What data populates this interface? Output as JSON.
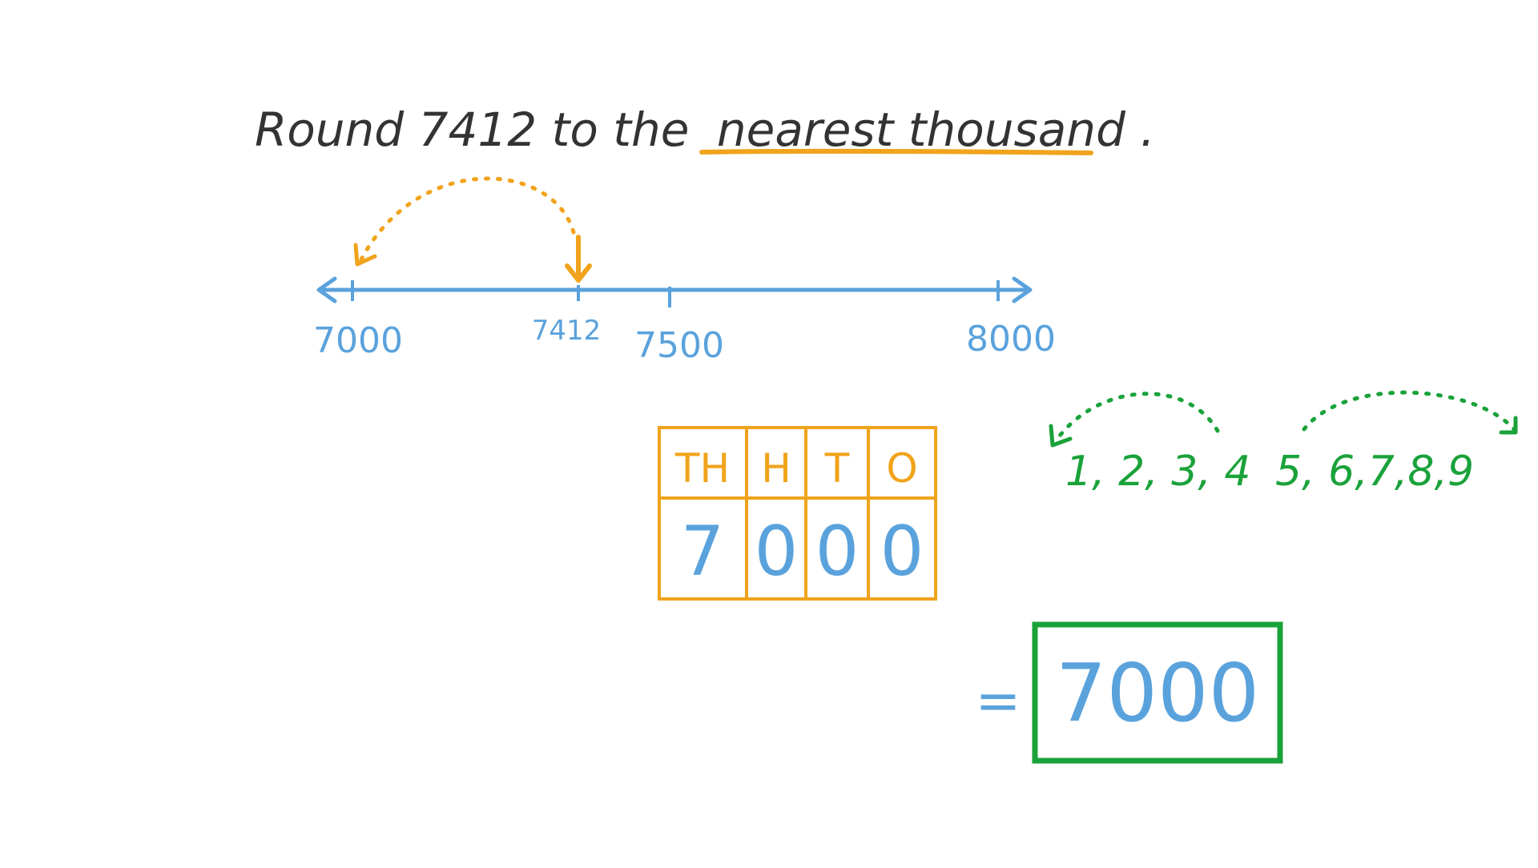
{
  "question": {
    "text_before": "Round 7412 to the",
    "text_underlined": "nearest thousand",
    "text_end": "."
  },
  "number_line": {
    "labels": {
      "start": "7000",
      "marker": "7412",
      "mid": "7500",
      "end": "8000"
    }
  },
  "place_value_table": {
    "headers": [
      "TH",
      "H",
      "T",
      "O"
    ],
    "digits": [
      "7",
      "0",
      "0",
      "0"
    ]
  },
  "rounding_digits": {
    "down_group": "1, 2, 3, 4",
    "up_group": "5, 6,7,8,9"
  },
  "answer": {
    "equals": "=",
    "value": "7000"
  },
  "colors": {
    "ink": "#333333",
    "orange": "#f0a31b",
    "blue": "#5aa2dc",
    "green": "#1aa23a"
  }
}
